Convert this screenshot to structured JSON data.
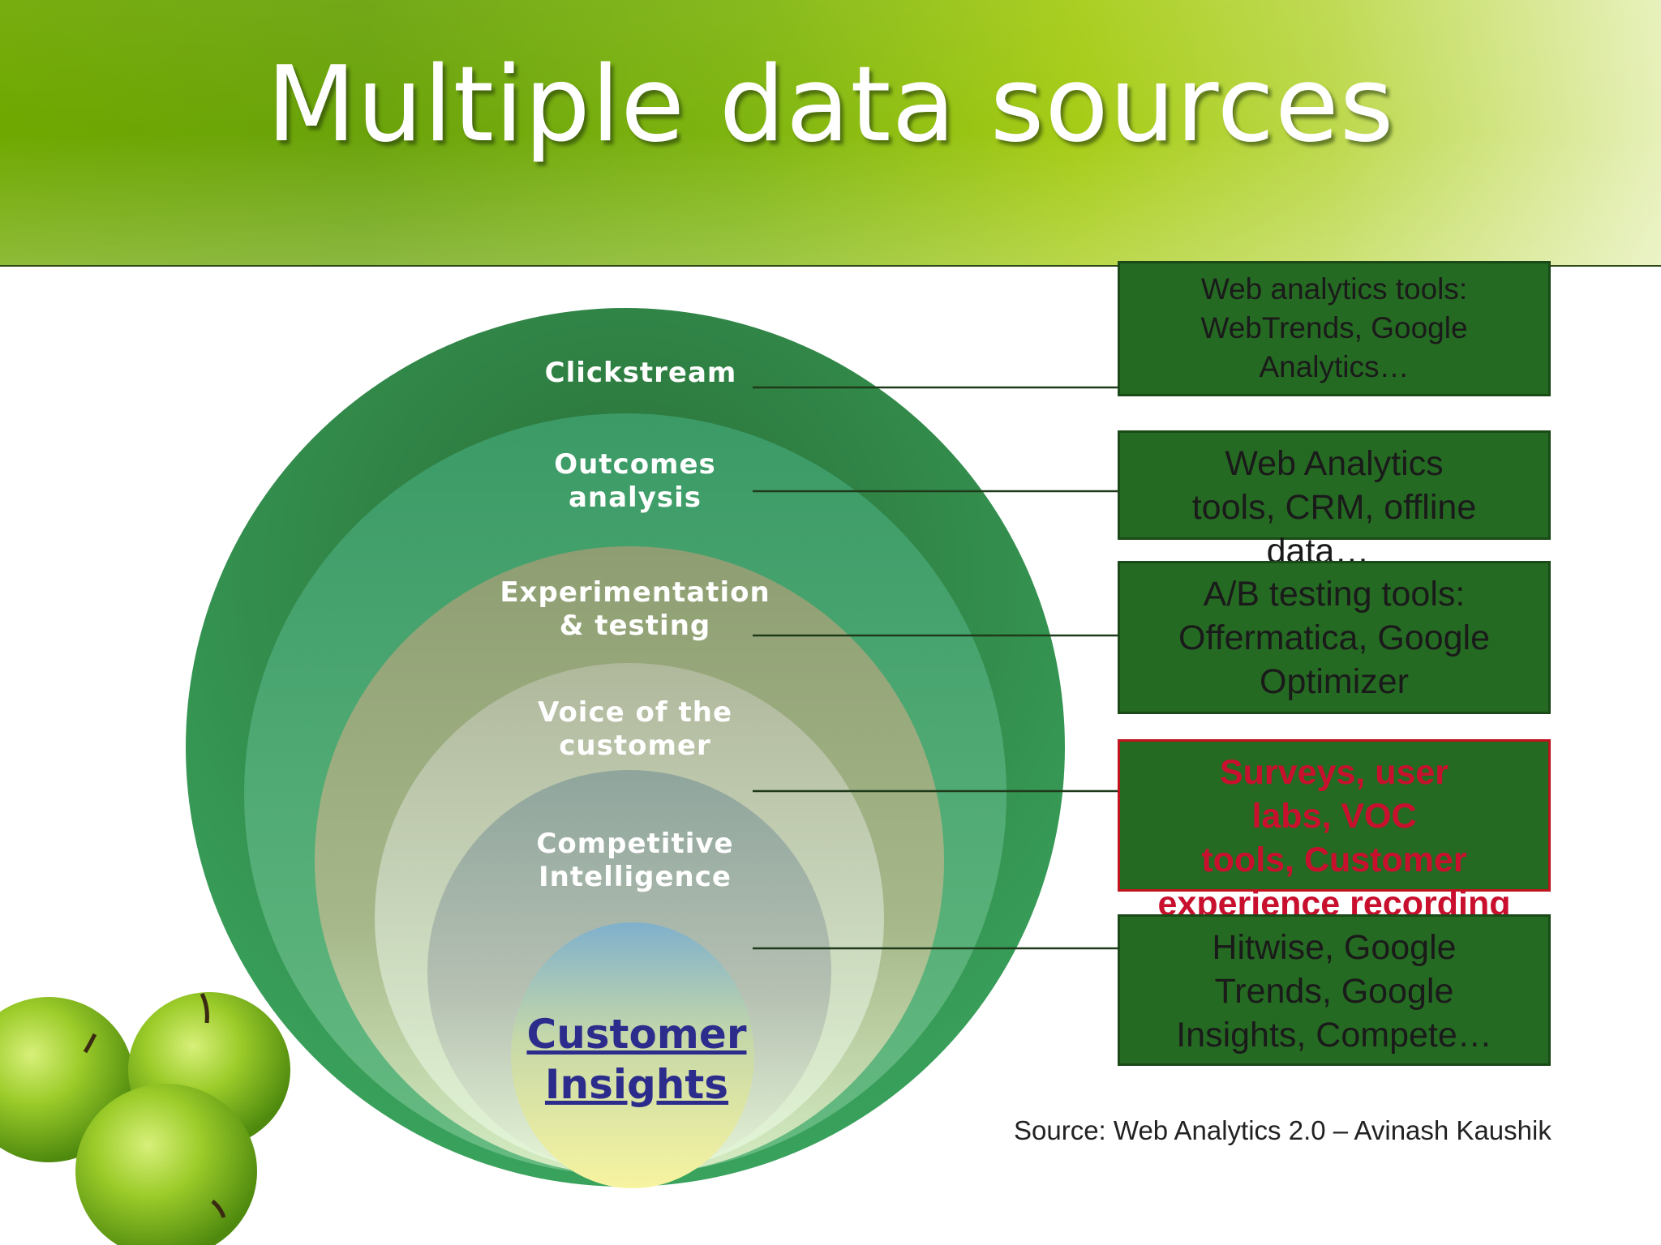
{
  "slide": {
    "title": "Multiple data sources",
    "source": "Source: Web Analytics 2.0 – Avinash Kaushik"
  },
  "diagram": {
    "rings": [
      {
        "label_lines": [
          "Clickstream"
        ]
      },
      {
        "label_lines": [
          "Outcomes",
          "analysis"
        ]
      },
      {
        "label_lines": [
          "Experimentation",
          "& testing"
        ]
      },
      {
        "label_lines": [
          "Voice of the",
          "customer"
        ]
      },
      {
        "label_lines": [
          "Competitive",
          "Intelligence"
        ]
      }
    ],
    "core_lines": [
      "Customer",
      "Insights"
    ],
    "boxes": [
      {
        "lines": [
          "Web analytics tools:",
          "WebTrends, Google",
          "Analytics…"
        ]
      },
      {
        "lines": [
          "Web Analytics",
          "tools, CRM, offline",
          "data…"
        ]
      },
      {
        "lines": [
          "A/B testing tools:",
          "Offermatica, Google",
          "Optimizer"
        ]
      },
      {
        "lines": [
          "Surveys, user",
          "labs, VOC",
          "tools, Customer",
          "experience recording"
        ],
        "highlight": true
      },
      {
        "lines": [
          "Hitwise, Google",
          "Trends, Google",
          "Insights, Compete…"
        ]
      }
    ]
  },
  "colors": {
    "ring_outer": "#2d7a3e",
    "ring_outcomes": "#3fa06a",
    "ring_experimentation": "#8aa577",
    "ring_voice": "#b8c5a5",
    "ring_competitive": "#9aa9a2",
    "core_top": "#82b0c8",
    "core_bottom": "#f2f29a",
    "box_fill": "#256a22",
    "highlight_border": "#c0141f",
    "highlight_text": "#c8102e"
  }
}
